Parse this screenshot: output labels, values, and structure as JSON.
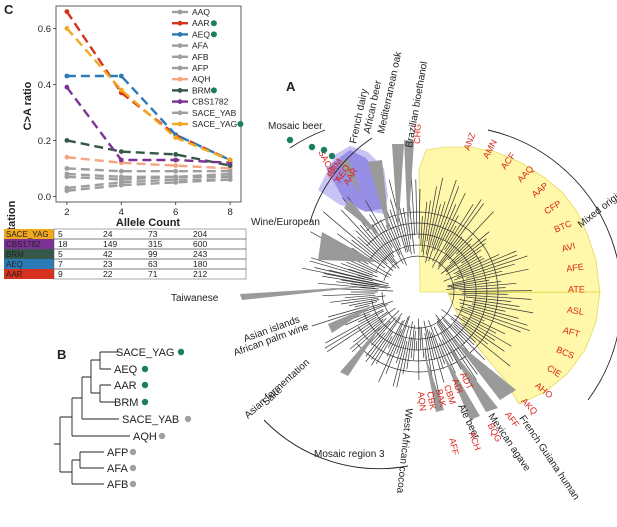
{
  "panels": {
    "a": "A",
    "b": "B",
    "c": "C"
  },
  "chart_data": {
    "type": "line",
    "x": [
      2,
      4,
      6,
      8
    ],
    "xlabel": "Allele Count",
    "ylabel": "C>A ratio",
    "xticks": [
      "2",
      "4",
      "6",
      "8"
    ],
    "yticks": [
      "0.0",
      "0.2",
      "0.4",
      "0.6"
    ],
    "ylim": [
      0,
      0.68
    ],
    "legend_position": "right",
    "series": [
      {
        "name": "AAQ",
        "color": "#9e9e9e",
        "dashed": true,
        "dot": false,
        "values": [
          0.08,
          0.07,
          0.07,
          0.07
        ]
      },
      {
        "name": "AAR",
        "color": "#d7301f",
        "dashed": true,
        "dot": true,
        "values": [
          0.66,
          0.37,
          0.22,
          0.13
        ]
      },
      {
        "name": "AEQ",
        "color": "#2c7bb6",
        "dashed": true,
        "dot": true,
        "values": [
          0.43,
          0.43,
          0.22,
          0.13
        ]
      },
      {
        "name": "AFA",
        "color": "#9e9e9e",
        "dashed": true,
        "dot": false,
        "values": [
          0.03,
          0.05,
          0.06,
          0.06
        ]
      },
      {
        "name": "AFB",
        "color": "#9e9e9e",
        "dashed": true,
        "dot": false,
        "values": [
          0.07,
          0.06,
          0.07,
          0.08
        ]
      },
      {
        "name": "AFP",
        "color": "#9e9e9e",
        "dashed": true,
        "dot": false,
        "values": [
          0.02,
          0.04,
          0.05,
          0.06
        ]
      },
      {
        "name": "AQH",
        "color": "#f4a582",
        "dashed": true,
        "dot": false,
        "values": [
          0.14,
          0.12,
          0.11,
          0.1
        ]
      },
      {
        "name": "BRM",
        "color": "#35584a",
        "dashed": true,
        "dot": true,
        "values": [
          0.2,
          0.16,
          0.15,
          0.11
        ]
      },
      {
        "name": "CBS1782",
        "color": "#7b3294",
        "dashed": true,
        "dot": false,
        "values": [
          0.39,
          0.13,
          0.13,
          0.12
        ]
      },
      {
        "name": "SACE_YAB",
        "color": "#9e9e9e",
        "dashed": true,
        "dot": false,
        "values": [
          0.1,
          0.09,
          0.09,
          0.09
        ]
      },
      {
        "name": "SACE_YAG",
        "color": "#f0a81e",
        "dashed": true,
        "dot": true,
        "values": [
          0.6,
          0.38,
          0.21,
          0.13
        ]
      }
    ]
  },
  "mutation_table": {
    "ylabel": "total mutation",
    "rows": [
      {
        "name": "SACE_YAG",
        "color": "#f0a81e",
        "values": [
          "5",
          "24",
          "73",
          "204"
        ]
      },
      {
        "name": "CBS1782",
        "color": "#7b3294",
        "values": [
          "18",
          "149",
          "315",
          "600"
        ]
      },
      {
        "name": "BRM",
        "color": "#35584a",
        "values": [
          "5",
          "42",
          "99",
          "243"
        ]
      },
      {
        "name": "AEQ",
        "color": "#2c7bb6",
        "values": [
          "7",
          "23",
          "63",
          "180"
        ]
      },
      {
        "name": "AAR",
        "color": "#d7301f",
        "values": [
          "9",
          "22",
          "71",
          "212"
        ]
      }
    ]
  },
  "tree_b": {
    "leaves": [
      {
        "label": "SACE_YAG",
        "dot": "green"
      },
      {
        "label": "AEQ",
        "dot": "green"
      },
      {
        "label": "AAR",
        "dot": "green"
      },
      {
        "label": "BRM",
        "dot": "green"
      },
      {
        "label": "SACE_YAB",
        "dot": "grey"
      },
      {
        "label": "AQH",
        "dot": "grey"
      },
      {
        "label": "AFP",
        "dot": "grey"
      },
      {
        "label": "AFA",
        "dot": "grey"
      },
      {
        "label": "AFB",
        "dot": "grey"
      }
    ]
  },
  "tree_a": {
    "clades": {
      "mosaic_beer": "Mosaic beer",
      "french_dairy": "French dairy",
      "african_beer": "African beer",
      "mediterranean_oak": "Mediterranean oak",
      "brazilian_bioethanol": "Brazilian bioethanol",
      "wine_european": "Wine/European",
      "mixed_origin": "Mixed origin",
      "taiwanese": "Taiwanese",
      "asian_islands": "Asian islands",
      "african_palm_wine": "African palm wine",
      "sake": "Sake",
      "asian_fermentation": "Asian fermentation",
      "mosaic_region_3": "Mosaic region 3",
      "west_african_cocoa": "West African cocoa",
      "ale_beer": "Ale beer",
      "mexican_agave": "Mexican agave",
      "french_guiana_human": "French Guiana human"
    },
    "strain_labels": {
      "chg": "CHG",
      "sace_y": "SACE_Y",
      "brm": "BRM",
      "aeq": "AEQ",
      "aar": "AAR",
      "mixed_group": [
        "ANZ",
        "AMN",
        "ACF",
        "AAQ",
        "AAP",
        "CFP",
        "BTC",
        "AVI",
        "AFE",
        "ATE",
        "ASL",
        "AFT",
        "BCS",
        "CIE",
        "AHO",
        "AKQ",
        "AFF",
        "BQG",
        "ACH",
        "AFF"
      ],
      "bottom_group": [
        "AQN",
        "CBK",
        "BAK",
        "CBM",
        "ADI",
        "ADT"
      ]
    }
  }
}
